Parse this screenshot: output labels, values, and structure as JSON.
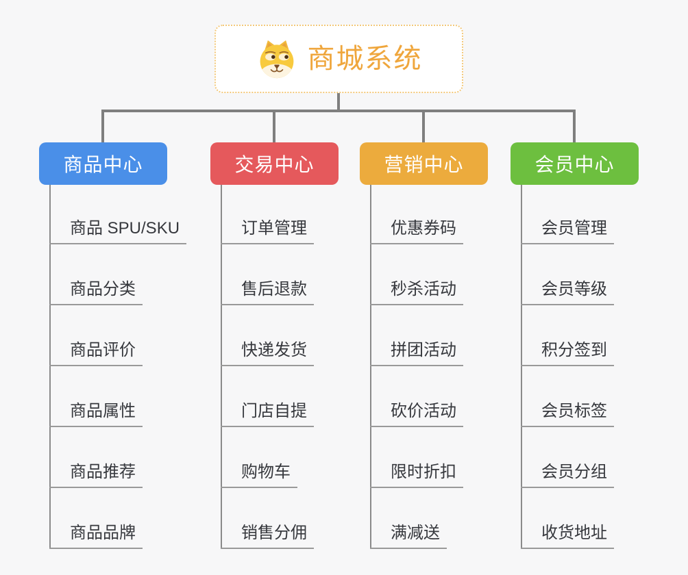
{
  "canvas": {
    "background": "#f7f7f8",
    "connector_color": "#7f7f7f",
    "underline_color": "#999999"
  },
  "root": {
    "title": "商城系统",
    "icon": "dog-face-icon",
    "text_color": "#efa63c",
    "border_color": "#f3c878"
  },
  "branches": [
    {
      "label": "商品中心",
      "color": "#4a8fe8",
      "children": [
        "商品 SPU/SKU",
        "商品分类",
        "商品评价",
        "商品属性",
        "商品推荐",
        "商品品牌"
      ]
    },
    {
      "label": "交易中心",
      "color": "#e5595c",
      "children": [
        "订单管理",
        "售后退款",
        "快递发货",
        "门店自提",
        "购物车",
        "销售分佣"
      ]
    },
    {
      "label": "营销中心",
      "color": "#ecab3d",
      "children": [
        "优惠券码",
        "秒杀活动",
        "拼团活动",
        "砍价活动",
        "限时折扣",
        "满减送"
      ]
    },
    {
      "label": "会员中心",
      "color": "#6dbf3f",
      "children": [
        "会员管理",
        "会员等级",
        "积分签到",
        "会员标签",
        "会员分组",
        "收货地址"
      ]
    }
  ]
}
